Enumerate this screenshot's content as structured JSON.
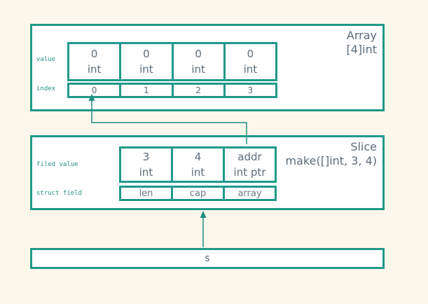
{
  "palette": {
    "background": "#fcf7eb",
    "box_fill": "#ffffff",
    "border_teal": "#20998a",
    "arrow_teal": "#1d8d7f",
    "text_primary": "#5c6c7c",
    "text_secondary": "#687984",
    "label_teal": "#249185"
  },
  "array_box": {
    "title_line1": "Array",
    "title_line2": "[4]int",
    "row_labels": {
      "value": "value",
      "index": "index"
    },
    "cells": [
      {
        "value": "0",
        "type": "int"
      },
      {
        "value": "0",
        "type": "int"
      },
      {
        "value": "0",
        "type": "int"
      },
      {
        "value": "0",
        "type": "int"
      }
    ],
    "indices": [
      "0",
      "1",
      "2",
      "3"
    ]
  },
  "slice_box": {
    "title_line1": "Slice",
    "title_line2": "make([]int, 3, 4)",
    "row_labels": {
      "field_value": "filed value",
      "struct_field": "struct field"
    },
    "cells": [
      {
        "value": "3",
        "type": "int"
      },
      {
        "value": "4",
        "type": "int"
      },
      {
        "value": "addr",
        "type": "int ptr"
      }
    ],
    "struct_fields": [
      "len",
      "cap",
      "array"
    ]
  },
  "s_box": {
    "label": "s"
  },
  "arrows": [
    {
      "name": "slice-addr-to-array-index-0"
    },
    {
      "name": "s-to-slice"
    }
  ]
}
